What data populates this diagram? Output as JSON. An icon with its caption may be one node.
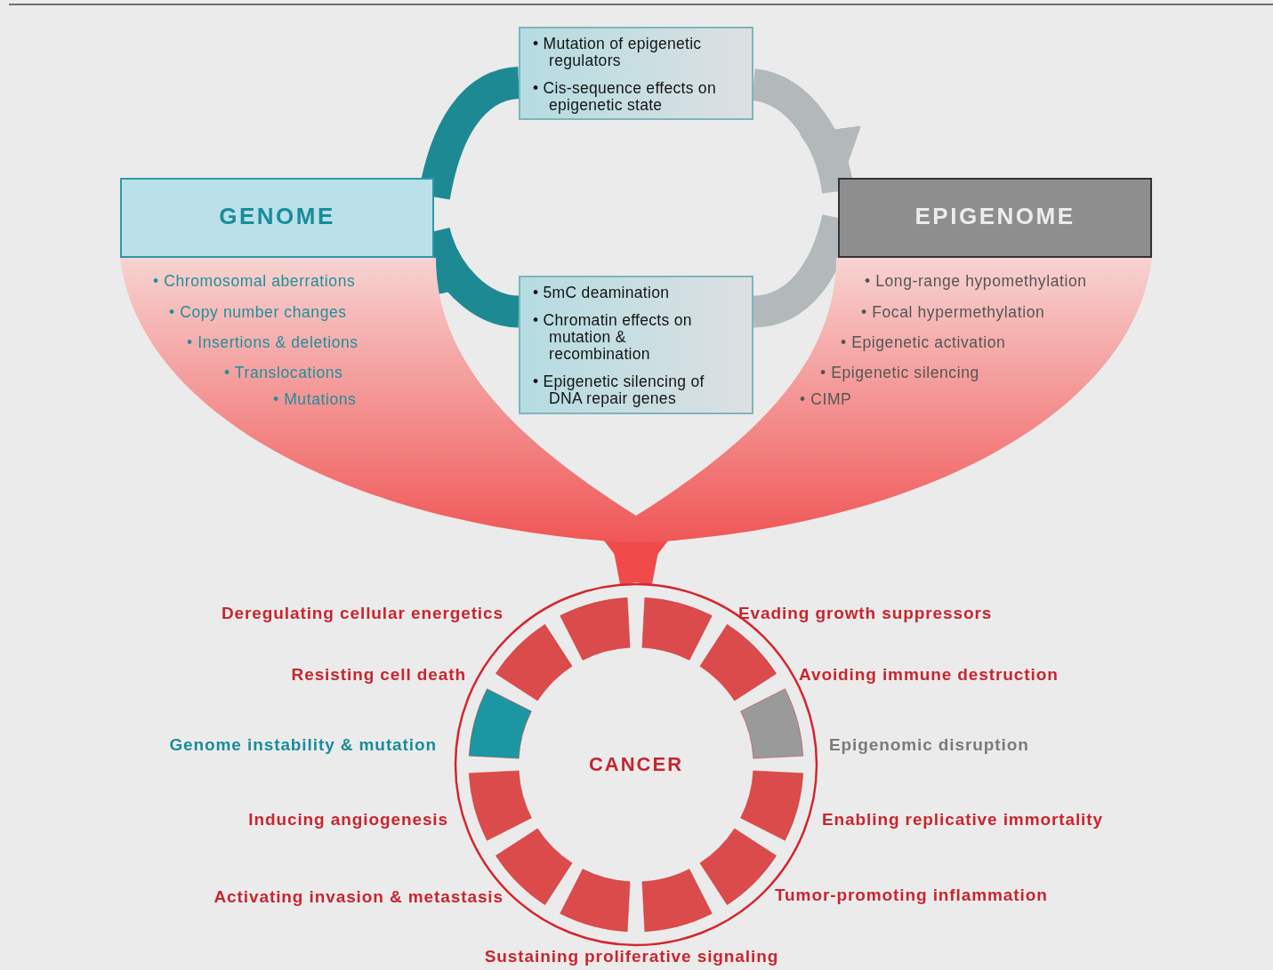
{
  "diagram": {
    "nodes": [
      {
        "text": [
          "GENOME"
        ]
      },
      {
        "text": [
          "EPIGENOME"
        ]
      },
      {
        "text": [
          "• Mutation of epigenetic regulators",
          "• Cis-sequence effects on epigenetic state"
        ]
      },
      {
        "text": [
          "• 5mC deamination",
          "• Chromatin effects on mutation & recombination",
          "• Epigenetic silencing of DNA repair genes"
        ]
      },
      {
        "text": [
          "• Chromosomal aberrations",
          "• Copy number changes",
          "• Insertions & deletions",
          "• Translocations",
          "• Mutations"
        ]
      },
      {
        "text": [
          "• Long-range hypomethylation",
          "• Focal hypermethylation",
          "• Epigenetic activation",
          "• Epigenetic silencing",
          "• CIMP"
        ]
      },
      {
        "text": [
          "CANCER"
        ]
      }
    ],
    "edges": [
      {
        "from": 0,
        "to": 2,
        "arrow": "none",
        "color": "#1d8a93"
      },
      {
        "from": 2,
        "to": 1,
        "arrow": "to",
        "color": "#b3b8bb"
      },
      {
        "from": 1,
        "to": 3,
        "arrow": "none",
        "color": "#b3b8bb"
      },
      {
        "from": 3,
        "to": 0,
        "arrow": "to",
        "color": "#1d8a93"
      },
      {
        "from": 4,
        "to": 6,
        "arrow": "to",
        "color": "#f04a4a"
      },
      {
        "from": 5,
        "to": 6,
        "arrow": "to",
        "color": "#f04a4a"
      }
    ],
    "labels": [
      "Deregulating cellular energetics",
      "Evading growth suppressors",
      "Resisting cell death",
      "Avoiding immune destruction",
      "Genome instability & mutation",
      "Epigenomic disruption",
      "Inducing angiogenesis",
      "Enabling replicative immortality",
      "Activating invasion & metastasis",
      "Tumor-promoting inflammation",
      "Sustaining proliferative signaling"
    ]
  }
}
